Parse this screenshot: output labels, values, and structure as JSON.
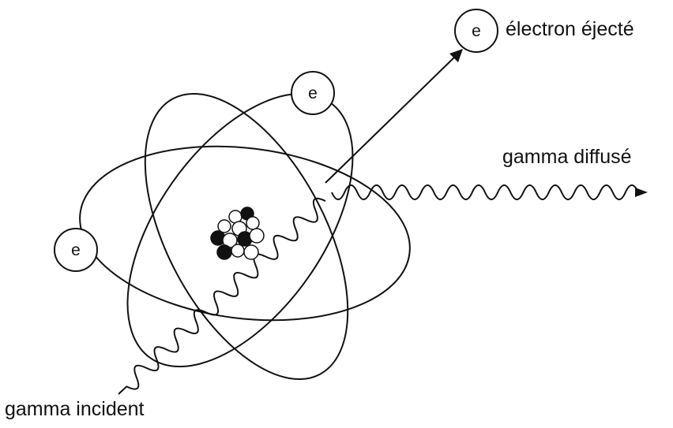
{
  "labels": {
    "ejected_electron": "électron éjecté",
    "scattered_gamma": "gamma diffusé",
    "incident_gamma": "gamma incident"
  },
  "electron_symbol": "e",
  "colors": {
    "line": "#111111",
    "background": "#ffffff",
    "nucleon_dark": "#111111",
    "nucleon_light": "#ffffff"
  }
}
